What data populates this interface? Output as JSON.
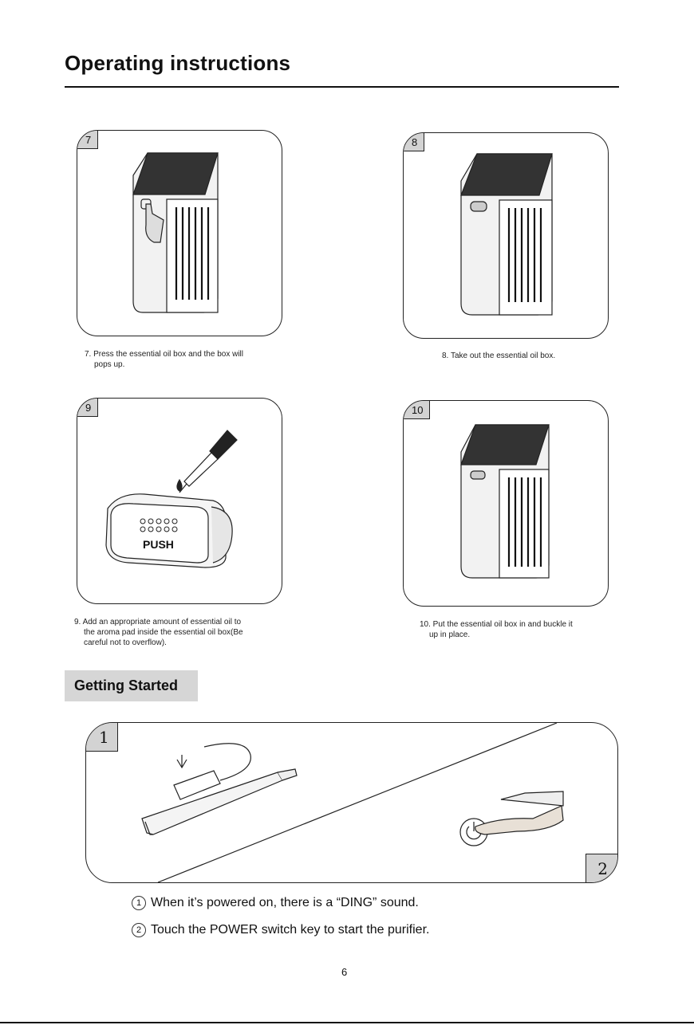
{
  "header": {
    "title": "Operating instructions"
  },
  "steps": [
    {
      "number": "7",
      "caption_line1": "7. Press the essential oil box and the box will",
      "caption_line2": "pops up."
    },
    {
      "number": "8",
      "caption_line1": "8. Take out the essential oil box."
    },
    {
      "number": "9",
      "caption_line1": "9. Add an appropriate amount of essential oil to",
      "caption_line2": "the aroma pad inside the essential oil box(Be",
      "caption_line3": "careful not to overflow)."
    },
    {
      "number": "10",
      "caption_line1": "10. Put the essential oil box in and buckle it",
      "caption_line2": "up in place."
    }
  ],
  "section": {
    "title": "Getting Started"
  },
  "getting_started": {
    "step1_number": "1",
    "step2_number": "2",
    "push_label": "PUSH",
    "notes": [
      {
        "mark": "1",
        "text": "When it’s powered on, there is a “DING” sound."
      },
      {
        "mark": "2",
        "text": "Touch the POWER switch key to start the purifier."
      }
    ]
  },
  "footer": {
    "page_number": "6"
  }
}
